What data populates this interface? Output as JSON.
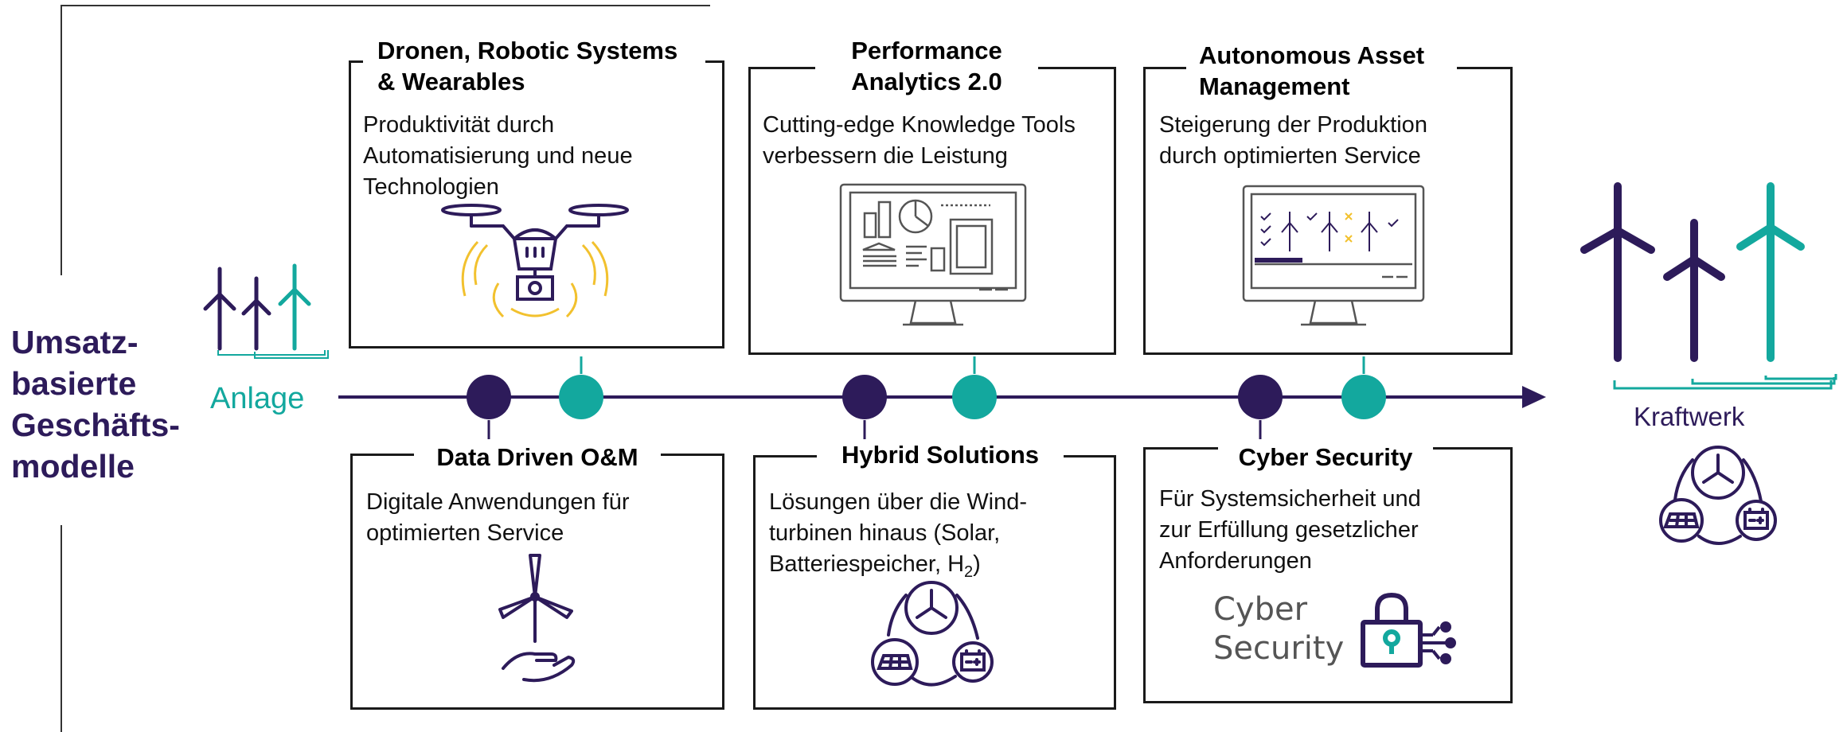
{
  "side_label": "Umsatz-\nbasierte\nGeschäfts-\nmodelle",
  "timeline": {
    "left_label": "Anlage",
    "right_label": "Kraftwerk"
  },
  "boxes": {
    "drones": {
      "title": "Dronen, Robotic Systems\n& Wearables",
      "text": "Produktivität durch\nAutomatisierung und neue\nTechnologien"
    },
    "analytics": {
      "title": "Performance\nAnalytics 2.0",
      "text": "Cutting-edge Knowledge Tools\nverbessern die Leistung"
    },
    "asset": {
      "title": "Autonomous Asset\nManagement",
      "text": "Steigerung der Produktion\ndurch optimierten Service"
    },
    "om": {
      "title": "Data Driven O&M",
      "text": "Digitale Anwendungen für\noptimierten Service"
    },
    "hybrid": {
      "title": "Hybrid Solutions",
      "text_line1": "Lösungen über die Wind-",
      "text_line2": "turbinen hinaus (Solar,",
      "text_line3a": "Batteriespeicher, H",
      "text_line3sub": "2",
      "text_line3b": ")"
    },
    "cyber": {
      "title": "Cyber Security",
      "text": "Für Systemsicherheit und\nzur Erfüllung gesetzlicher\nAnforderungen",
      "logo_text": "Cyber\nSecurity"
    }
  },
  "colors": {
    "purple": "#2d1b5a",
    "teal": "#13a89e",
    "gold": "#f2c12e",
    "line": "#333333"
  },
  "icons": [
    "wind-turbine-icon",
    "drone-icon",
    "dashboard-monitor-icon",
    "asset-monitor-icon",
    "turbine-hand-icon",
    "hybrid-energy-cycle-icon",
    "padlock-icon"
  ]
}
